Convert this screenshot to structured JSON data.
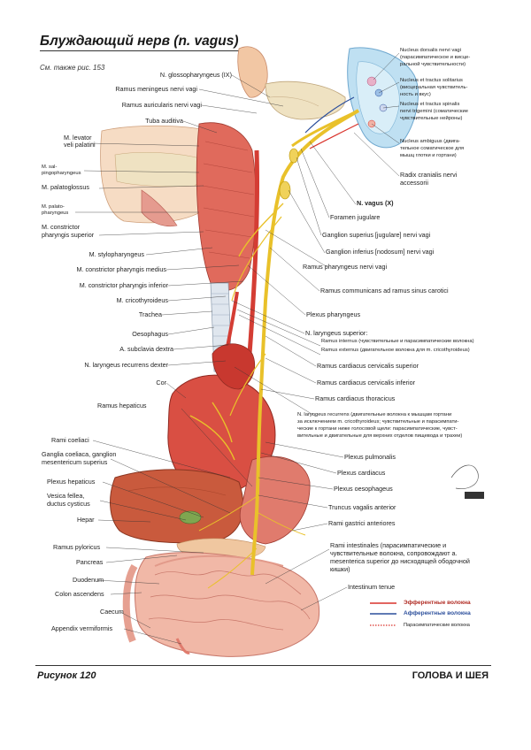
{
  "title": "Блуждающий нерв (n. vagus)",
  "see_also": "См. также рис. 153",
  "footer": {
    "figure": "Рисунок 120",
    "section": "ГОЛОВА И ШЕЯ"
  },
  "left_labels": [
    "N. glossopharyngeus (IX)",
    "Ramus meningeus nervi vagi",
    "Ramus auricularis nervi vagi",
    "Tuba auditiva",
    "M. levator",
    "veli palatini",
    "M. sal-",
    "pingopharyngeus",
    "M. palatoglossus",
    "M. palato-",
    "pharyngeus",
    "M. constrictor",
    "pharyngis superior",
    "M. stylopharyngeus",
    "M. constrictor pharyngis medius",
    "M. constrictor pharyngis inferior",
    "M. cricothyroideus",
    "Trachea",
    "Oesophagus",
    "A. subclavia dextra",
    "N. laryngeus recurrens dexter",
    "Cor",
    "Ramus hepaticus",
    "Rami coeliaci",
    "Ganglia coeliaca, ganglion",
    "mesentericum superius",
    "Plexus hepaticus",
    "Vesica fellea,",
    "ductus cysticus",
    "Hepar",
    "Ramus pyloricus",
    "Pancreas",
    "Duodenum",
    "Colon ascendens",
    "Caecum",
    "Appendix vermiformis"
  ],
  "right_labels": [
    "Nucleus dorsalis nervi vagi",
    "(парасимпатическое и висце-",
    "ральной чувствительности)",
    "Nucleus et tractus solitarius",
    "(висцеральная чувствитель-",
    "ность и вкус)",
    "Nucleus et tractus spinalis",
    "nervi trigemini (соматические",
    "чувствительные нейроны)",
    "Nucleus ambiguus (двига-",
    "тельное соматическое для",
    "мышц глотки и гортани)",
    "Radix cranialis nervi",
    "accessorii",
    "N. vagus (X)",
    "Foramen jugulare",
    "Ganglion superius [jugulare] nervi vagi",
    "Ganglion inferius [nodosum] nervi vagi",
    "Ramus pharyngeus nervi vagi",
    "Ramus communicans ad ramus sinus carotici",
    "Plexus pharyngeus",
    "N. laryngeus superior:",
    "Ramus internus (чувствительные и парасимпатические волокна)",
    "Ramus externus (двигательное волокна для m. cricothyroideus)",
    "Ramus cardiacus cervicalis superior",
    "Ramus cardiacus cervicalis inferior",
    "Ramus cardiacus thoracicus",
    "N. laryngeus recurrens (двигательные волокна к мышцам гортани",
    "за исключением m. cricothyroideus; чувствительные и парасимпати-",
    "ческие к гортани ниже голосовой щели: парасимпатические, чувст-",
    "вительные и двигательные для верхних отделов пищевода и трахеи)",
    "Plexus pulmonalis",
    "Plexus cardiacus",
    "Plexus oesophageus",
    "Truncus vagalis anterior",
    "Rami gastrici anteriores",
    "Rami intestinales (парасимпатические и",
    "чувствительные волокна, сопровождают a.",
    "mesenterica superior до нисходящей ободочной",
    "кишки)",
    "Intestinum tenue"
  ],
  "legend": [
    {
      "label": "Эфферентные волокна",
      "color": "#d9322b",
      "style": "solid"
    },
    {
      "label": "Афферентные волокна",
      "color": "#2c4f9c",
      "style": "solid"
    },
    {
      "label": "Парасимпатические волокна",
      "color": "#d9322b",
      "style": "dotted"
    }
  ],
  "colors": {
    "nerve": "#e9c12a",
    "tissue": "#e06a5c",
    "bone": "#efe2c2",
    "skin": "#f2c7a4",
    "artery": "#d43d34",
    "brain": "#9fc8e3"
  }
}
